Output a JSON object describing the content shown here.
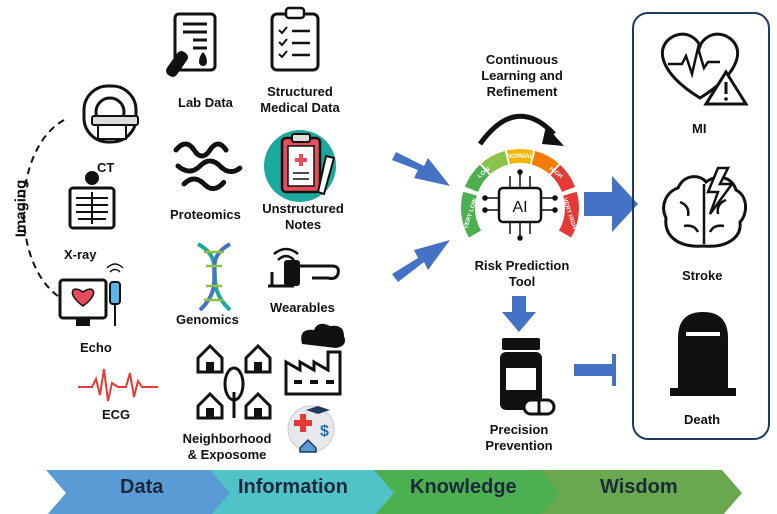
{
  "imaging": {
    "group_label": "Imaging",
    "ct": "CT",
    "xray": "X-ray",
    "echo": "Echo",
    "ecg": "ECG"
  },
  "sources": {
    "lab": "Lab Data",
    "structured": "Structured Medical Data",
    "proteomics": "Proteomics",
    "unstructured": "Unstructured Notes",
    "genomics": "Genomics",
    "wearables": "Wearables",
    "neighborhood": "Neighborhood & Exposome"
  },
  "ai": {
    "loop_label": "Continuous Learning and Refinement",
    "chip": "AI",
    "gauge": [
      "VERY LOW",
      "LOW",
      "NORMAL",
      "HIGH",
      "VERY HIGH"
    ],
    "tool": "Risk Prediction Tool",
    "prevention": "Precision Prevention"
  },
  "outcomes": {
    "mi": "MI",
    "stroke": "Stroke",
    "death": "Death"
  },
  "stages": [
    "Data",
    "Information",
    "Knowledge",
    "Wisdom"
  ],
  "colors": {
    "arrow_blue": "#4472c4",
    "stage_data": "#5b9bd5",
    "stage_information": "#4fc3c7",
    "stage_knowledge": "#4caf50",
    "stage_wisdom": "#6aa84f",
    "box_border": "#1f3a5f",
    "gauge": [
      "#4caf50",
      "#8bc34a",
      "#f4b400",
      "#f57c00",
      "#e53935"
    ]
  }
}
